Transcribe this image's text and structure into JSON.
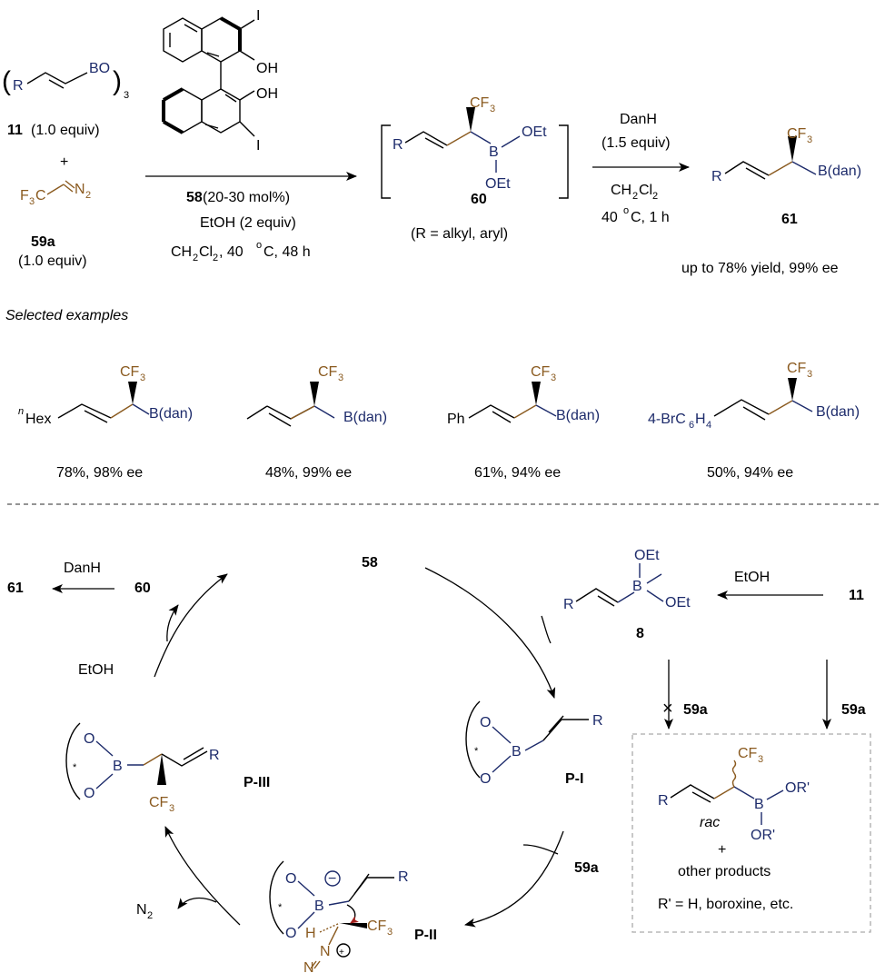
{
  "colors": {
    "boron_blue": "#1d2b6b",
    "cf3_brown": "#8a5a1f",
    "curved_arrow_red": "#a3201d"
  },
  "top_scheme": {
    "boroxine_R": "R",
    "boroxine_BO": "BO",
    "boroxine_subscript": "3",
    "cmpd11_num": "11",
    "cmpd11_equiv": "(1.0 equiv)",
    "plus": "+",
    "diazo_F3C": "F",
    "diazo_F3C_sub": "3",
    "diazo_C": "C",
    "diazo_N2": "N",
    "diazo_N2_sub": "2",
    "cmpd59a_num": "59a",
    "cmpd59a_equiv": "(1.0 equiv)",
    "binol_OH_top": "OH",
    "binol_OH_bottom": "OH",
    "binol_I_top": "I",
    "binol_I_bottom": "I",
    "cond1_cat_num": "58",
    "cond1_cat_load": " (20-30 mol%)",
    "cond1_etoh": "EtOH (2 equiv)",
    "cond1_solvent_a": "CH",
    "cond1_solvent_sub1": "2",
    "cond1_solvent_b": "Cl",
    "cond1_solvent_sub2": "2",
    "cond1_solvent_c": ", 40 ",
    "cond1_degree": "o",
    "cond1_solvent_d": "C, 48 h",
    "int60_R": "R",
    "int60_CF": "CF",
    "int60_CF_sub": "3",
    "int60_B": "B",
    "int60_OEt1": "OEt",
    "int60_OEt2": "OEt",
    "int60_num": "60",
    "int60_note": "(R = alkyl, aryl)",
    "cond2_reagent": "DanH",
    "cond2_equiv": "(1.5 equiv)",
    "cond2_solvent_a": "CH",
    "cond2_solvent_sub1": "2",
    "cond2_solvent_b": "Cl",
    "cond2_solvent_sub2": "2",
    "cond2_temp_a": "40 ",
    "cond2_degree": "o",
    "cond2_temp_b": "C, 1 h",
    "prod61_R": "R",
    "prod61_CF": "CF",
    "prod61_CF_sub": "3",
    "prod61_Bdan": "B(dan)",
    "prod61_num": "61",
    "prod61_yield": "up to 78% yield, 99% ee"
  },
  "examples": {
    "heading": "Selected examples",
    "items": [
      {
        "sub_prefix": "n",
        "sub_main": "Hex",
        "bdan": "B(dan)",
        "cf": "CF",
        "cf_sub": "3",
        "result": "78%, 98% ee"
      },
      {
        "sub_prefix": "",
        "sub_main": "",
        "bdan": "B(dan)",
        "cf": "CF",
        "cf_sub": "3",
        "result": "48%, 99% ee"
      },
      {
        "sub_prefix": "",
        "sub_main": "Ph",
        "bdan": "B(dan)",
        "cf": "CF",
        "cf_sub": "3",
        "result": "61%, 94% ee"
      },
      {
        "sub_prefix": "",
        "sub_main": "4-BrC",
        "sub_sub1": "6",
        "sub_mid": "H",
        "sub_sub2": "4",
        "bdan": "B(dan)",
        "cf": "CF",
        "cf_sub": "3",
        "result": "50%, 94% ee"
      }
    ]
  },
  "cycle": {
    "cat58": "58",
    "lbl61": "61",
    "danh": "DanH",
    "lbl60": "60",
    "etoh_left": "EtOH",
    "etoh_right": "EtOH",
    "lbl11": "11",
    "cmpd8_R": "R",
    "cmpd8_B": "B",
    "cmpd8_OEt1": "OEt",
    "cmpd8_OEt2": "OEt",
    "cmpd8_num": "8",
    "cross_mark": "×",
    "arrow59a_blocked": "59a",
    "arrow59a_right": "59a",
    "arrow59a_cycle": "59a",
    "p1_O1": "O",
    "p1_O2": "O",
    "p1_B": "B",
    "p1_R": "R",
    "p1_star": "*",
    "p1_label": "P-I",
    "p2_O1": "O",
    "p2_O2": "O",
    "p2_B": "B",
    "p2_minus": "−",
    "p2_R": "R",
    "p2_star": "*",
    "p2_H": "H",
    "p2_CF": "CF",
    "p2_CF_sub": "3",
    "p2_N1": "N",
    "p2_N2": "N",
    "p2_plus": "+",
    "p2_label": "P-II",
    "p3_O1": "O",
    "p3_O2": "O",
    "p3_B": "B",
    "p3_R": "R",
    "p3_star": "*",
    "p3_CF": "CF",
    "p3_CF_sub": "3",
    "p3_label": "P-III",
    "n2_N": "N",
    "n2_sub": "2",
    "rac_R": "R",
    "rac_CF": "CF",
    "rac_CF_sub": "3",
    "rac_B": "B",
    "rac_OR1": "OR'",
    "rac_OR2": "OR'",
    "rac_label": "rac",
    "rac_plus": "+",
    "rac_other": "other products",
    "rac_note": "R' = H, boroxine, etc."
  }
}
